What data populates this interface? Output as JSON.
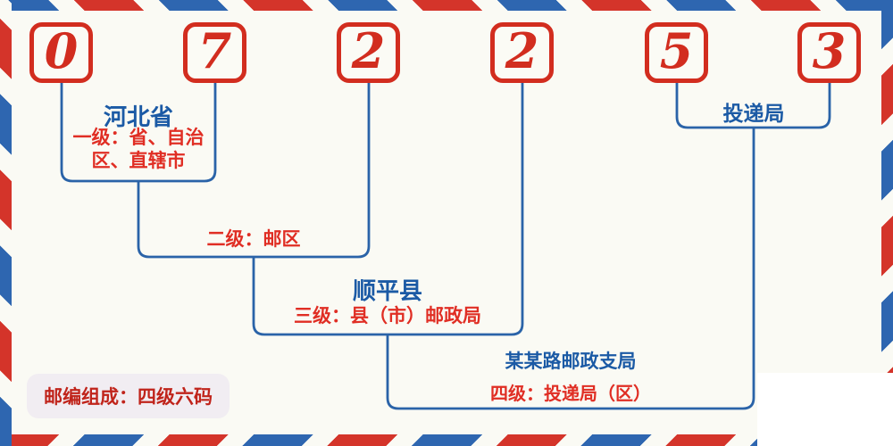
{
  "postal_code": {
    "digits": [
      "0",
      "7",
      "2",
      "2",
      "5",
      "3"
    ]
  },
  "annotations": {
    "level1": {
      "name": "河北省",
      "desc": "一级：省、自治区、直辖市"
    },
    "level2": {
      "desc": "二级：邮区"
    },
    "level3": {
      "name": "顺平县",
      "desc": "三级：县（市）邮政局"
    },
    "level4": {
      "name": "某某路邮政支局",
      "desc": "四级：投递局（区）"
    },
    "delivery": {
      "name": "投递局"
    }
  },
  "footer": {
    "composition_label": "邮编组成：四级六码"
  },
  "colors": {
    "digit_red": "#d22d1f",
    "stripe_red": "#d4342a",
    "stripe_blue": "#2e66b0",
    "line_blue": "#2a63a8",
    "name_text_blue": "#1b5aa5",
    "desc_text_red": "#e02e24",
    "badge_text_red": "#c0241b",
    "background": "#fafaf4"
  }
}
